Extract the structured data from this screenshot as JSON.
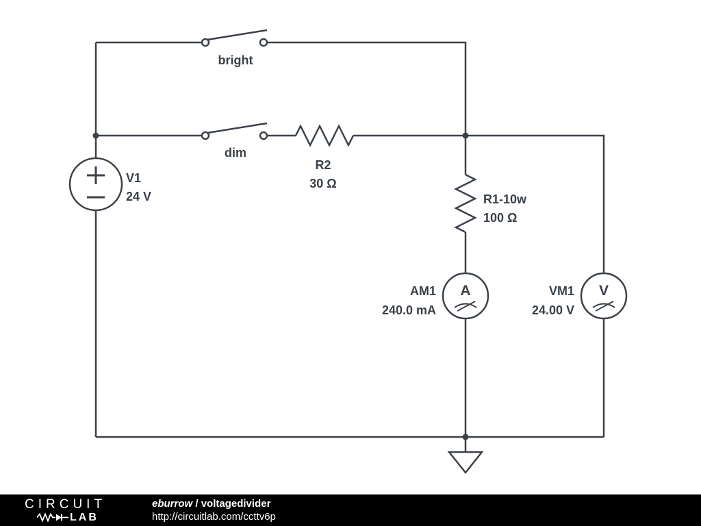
{
  "schematic": {
    "source_v1": {
      "name": "V1",
      "value": "24 V"
    },
    "switch_bright": {
      "label": "bright"
    },
    "switch_dim": {
      "label": "dim"
    },
    "resistor_r2": {
      "name": "R2",
      "value": "30 Ω"
    },
    "resistor_r1": {
      "name": "R1-10w",
      "value": "100 Ω"
    },
    "ammeter_am1": {
      "name": "AM1",
      "reading": "240.0 mA",
      "letter": "A"
    },
    "voltmeter_vm1": {
      "name": "VM1",
      "reading": "24.00 V",
      "letter": "V"
    }
  },
  "footer": {
    "logo_top": "CIRCUIT",
    "logo_bottom": "LAB",
    "author": "eburrow",
    "separator": " / ",
    "project": "voltagedivider",
    "url": "http://circuitlab.com/ccttv6p"
  },
  "colors": {
    "wire": "#3a4148",
    "text": "#3a4148",
    "footer_bg": "#000000",
    "footer_text": "#ffffff"
  }
}
